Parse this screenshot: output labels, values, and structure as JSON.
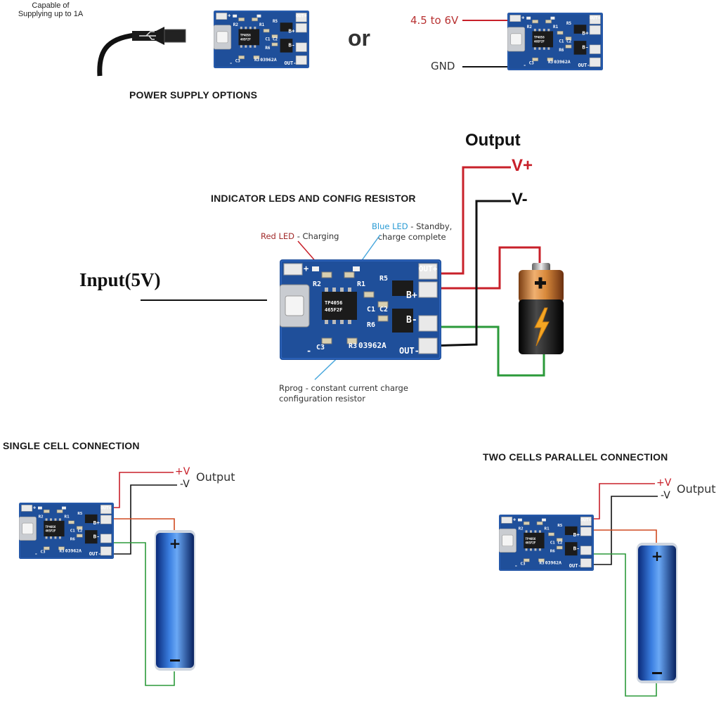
{
  "power_supply": {
    "usb_note_line1": "Capable of",
    "usb_note_line2": "Supplying up to 1A",
    "or_label": "or",
    "voltage_label": "4.5 to 6V",
    "gnd_label": "GND",
    "caption": "POWER SUPPLY OPTIONS"
  },
  "indicator": {
    "caption": "INDICATOR LEDS AND CONFIG RESISTOR",
    "output_title": "Output",
    "vplus": "V+",
    "vminus": "V-",
    "input_label": "Input(5V)",
    "red_led_name": "Red LED",
    "red_led_desc": " - Charging",
    "blue_led_name": "Blue LED",
    "blue_led_desc": " - Standby,",
    "blue_led_desc2": "charge complete",
    "rprog_line1": "Rprog - constant current charge",
    "rprog_line2": "configuration resistor"
  },
  "board": {
    "out_plus": "OUT+",
    "out_minus": "OUT-",
    "b_plus": "B+",
    "b_minus": "B-",
    "plus": "+",
    "minus": "-",
    "r1": "R1",
    "r2": "R2",
    "r3": "R3",
    "r5": "R5",
    "r6": "R6",
    "c1": "C1",
    "c2": "C2",
    "c3": "C3",
    "chip_line1": "TP4056",
    "chip_line2": "465F2F",
    "board_code": "03962A"
  },
  "single": {
    "caption": "SINGLE CELL CONNECTION",
    "plus_v": "+V",
    "minus_v": "-V",
    "output": "Output"
  },
  "parallel": {
    "caption": "TWO CELLS PARALLEL CONNECTION",
    "plus_v": "+V",
    "minus_v": "-V",
    "output": "Output"
  },
  "colors": {
    "board_blue": "#1f4f9a",
    "wire_red": "#c8202a",
    "wire_green": "#2b9a3a",
    "wire_black": "#111111",
    "red_text": "#a12b2b",
    "blue_text": "#2a9bd4",
    "pointer": "#49a8dd"
  },
  "icons": [
    "usb-cable-icon",
    "battery-icon",
    "cylindrical-cell-icon"
  ]
}
